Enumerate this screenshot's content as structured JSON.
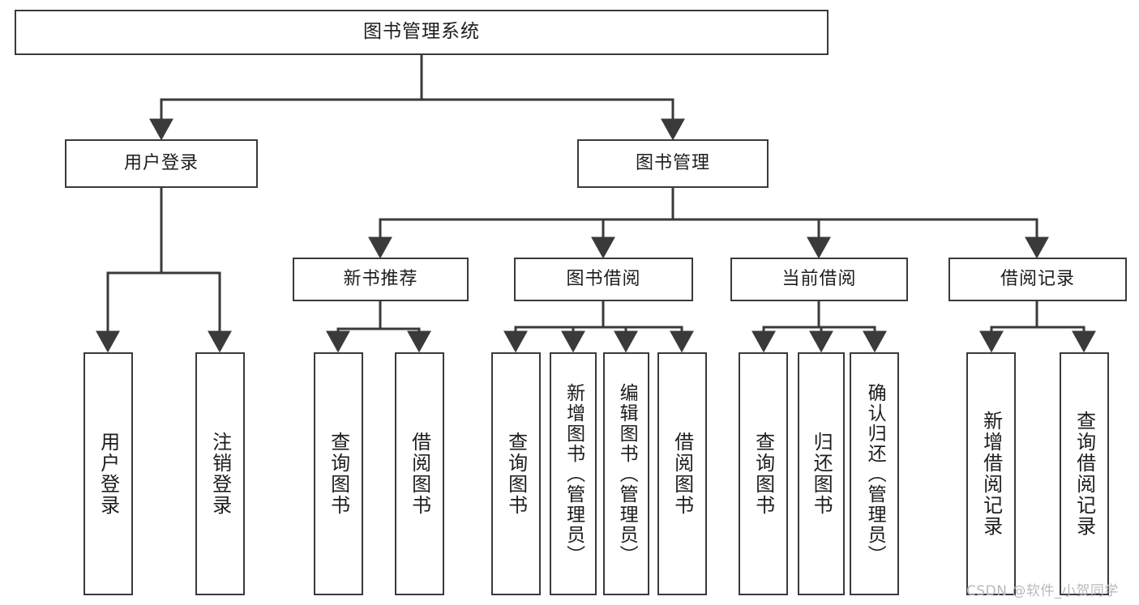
{
  "diagram": {
    "title": "图书管理系统",
    "watermark": "CSDN @软件_小贺同学",
    "line_color": "#3a3a3a",
    "background_color": "#ffffff",
    "text_color": "#1d1d1d",
    "watermark_color": "#b9b9b9",
    "type": "tree-hierarchy-chart",
    "nodes": {
      "root": "图书管理系统",
      "level1": [
        "用户登录",
        "图书管理"
      ],
      "level2": [
        "新书推荐",
        "图书借阅",
        "当前借阅",
        "借阅记录"
      ],
      "leaves": {
        "user_login": [
          "用户登录",
          "注销登录"
        ],
        "new_book_recommend": [
          "查询图书",
          "借阅图书"
        ],
        "book_borrow": [
          "查询图书",
          "新增图书（管理员）",
          "编辑图书（管理员）",
          "借阅图书"
        ],
        "current_borrow": [
          "查询图书",
          "归还图书",
          "确认归还（管理员）"
        ],
        "borrow_record": [
          "新增借阅记录",
          "查询借阅记录"
        ]
      }
    }
  }
}
